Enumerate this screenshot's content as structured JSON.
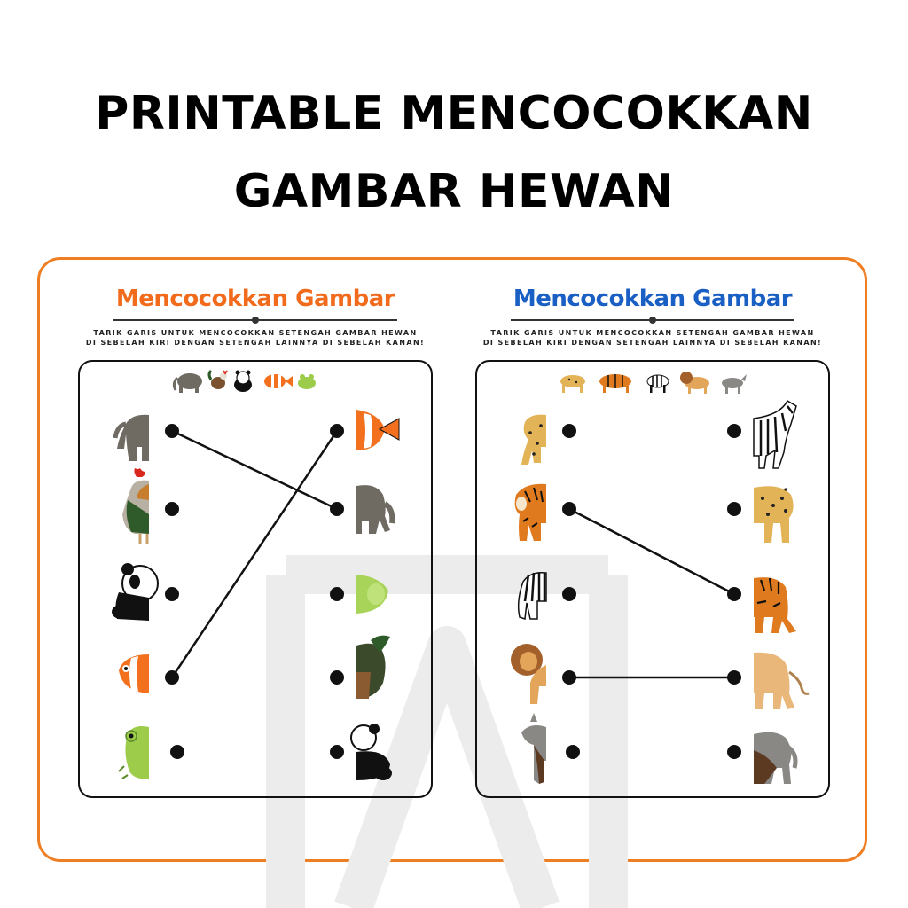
{
  "page": {
    "title_line1": "PRINTABLE MENCOCOKKAN",
    "title_line2": "GAMBAR HEWAN"
  },
  "worksheets": [
    {
      "title": "Mencocokkan Gambar",
      "title_color": "#f26b1d",
      "instruction_line1": "TARIK GARIS UNTUK MENCOCOKKAN SETENGAH GAMBAR HEWAN",
      "instruction_line2": "DI SEBELAH KIRI DENGAN SETENGAH LAINNYA DI SEBELAH KANAN!",
      "preview_icons": [
        "elephant-icon",
        "rooster-icon",
        "panda-icon",
        "clownfish-icon",
        "frog-icon"
      ],
      "left_column": [
        "elephant",
        "rooster",
        "panda",
        "clownfish",
        "frog"
      ],
      "right_column": [
        "clownfish",
        "elephant",
        "frog",
        "rooster",
        "panda"
      ],
      "connections": [
        {
          "from": "elephant",
          "to": "elephant"
        },
        {
          "from": "clownfish",
          "to": "clownfish"
        }
      ]
    },
    {
      "title": "Mencocokkan Gambar",
      "title_color": "#1a5fc4",
      "instruction_line1": "TARIK GARIS UNTUK MENCOCOKKAN SETENGAH GAMBAR HEWAN",
      "instruction_line2": "DI SEBELAH KIRI DENGAN SETENGAH LAINNYA DI SEBELAH KANAN!",
      "preview_icons": [
        "cheetah-icon",
        "tiger-icon",
        "zebra-icon",
        "lion-icon",
        "wolf-icon"
      ],
      "left_column": [
        "cheetah",
        "tiger",
        "zebra",
        "lion",
        "wolf"
      ],
      "right_column": [
        "zebra",
        "cheetah",
        "tiger",
        "lion",
        "wolf"
      ],
      "connections": [
        {
          "from": "tiger",
          "to": "tiger"
        },
        {
          "from": "lion",
          "to": "lion"
        }
      ]
    }
  ],
  "colors": {
    "frame_border": "#ef7d22",
    "line": "#111111",
    "watermark": "#ececec"
  }
}
